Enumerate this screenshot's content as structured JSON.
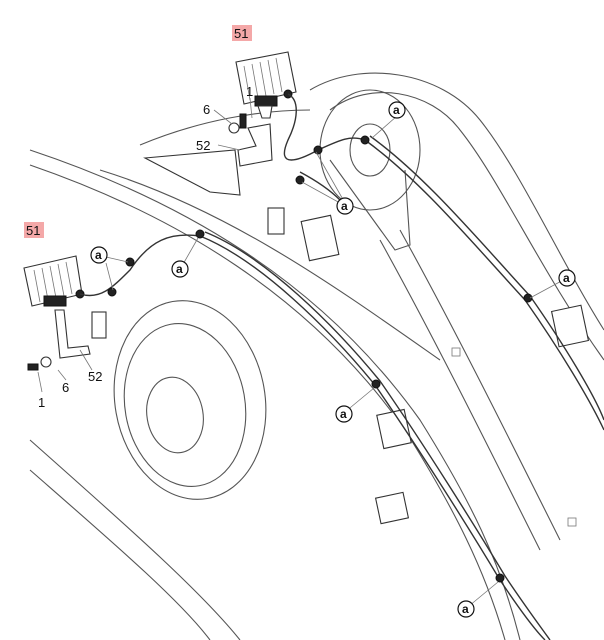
{
  "labels": {
    "lamp_top": "51",
    "lamp_left": "51",
    "bracket_top": "52",
    "bracket_left": "52",
    "washer_top": "6",
    "washer_left": "6",
    "bolt_top": "1",
    "bolt_left": "1"
  },
  "callout": "a",
  "colors": {
    "highlight": "#f4a8a8",
    "ink": "#333333"
  }
}
